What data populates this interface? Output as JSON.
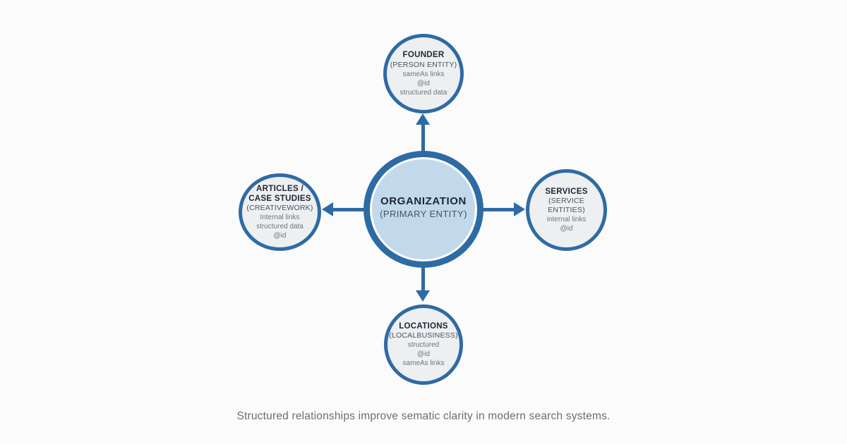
{
  "colors": {
    "accent_blue": "#2e6ba4",
    "center_fill": "#c2d9ec",
    "node_fill": "#edeff1",
    "title_text": "#1d2733",
    "caption_text": "#6e6e6e",
    "background": "#fbfbfb"
  },
  "center": {
    "title": "ORGANIZATION",
    "subtitle": "(PRIMARY ENTITY)"
  },
  "nodes": {
    "founder": {
      "title": "FOUNDER",
      "type": "(PERSON ENTITY)",
      "details": [
        "sameAs links",
        "@id",
        "structured data"
      ]
    },
    "services": {
      "title": "SERVICES",
      "type": "(SERVICE ENTITIES)",
      "details": [
        "internal links",
        "@id"
      ]
    },
    "locations": {
      "title": "LOCATIONS",
      "type": "(LOCALBUSINESS)",
      "details": [
        "structured",
        "@id",
        "sameAs links"
      ]
    },
    "articles": {
      "title": "ARTICLES / CASE STUDIES",
      "type": "(CREATIVEWORK)",
      "details": [
        "Internal links",
        "structured data",
        "@id"
      ]
    }
  },
  "caption": "Structured relationships improve sematic clarity in modern search systems."
}
